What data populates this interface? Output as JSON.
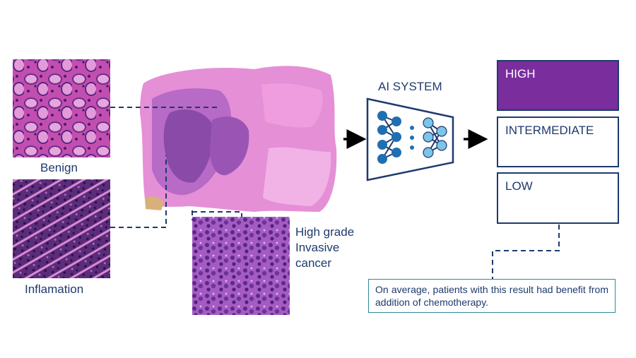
{
  "panels": {
    "benign": "Benign",
    "inflammation": "Inflamation",
    "high_grade": "High grade\nInvasive\ncancer"
  },
  "ai_system": {
    "title": "AI SYSTEM"
  },
  "risk_levels": [
    {
      "label": "HIGH",
      "active": true
    },
    {
      "label": "INTERMEDIATE",
      "active": false
    },
    {
      "label": "LOW",
      "active": false
    }
  ],
  "result_note": "On average, patients with this result had benefit from addition of chemotherapy.",
  "colors": {
    "navy": "#1e3a6e",
    "high_fill": "#7a2e9e",
    "teal_border": "#2d8a9a",
    "node_dark": "#1f6fb2",
    "node_light": "#7cc4e8",
    "tissue_pink": "#e58fd6",
    "tissue_purple": "#8a4aa8"
  },
  "icons": [
    "arrow-right-icon",
    "neural-network-icon"
  ]
}
